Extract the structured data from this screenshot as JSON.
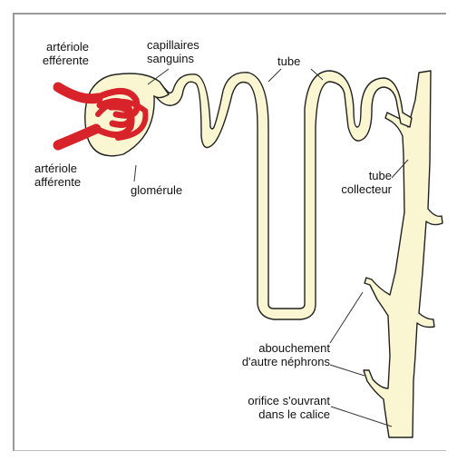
{
  "colors": {
    "tubule_fill": "#faf6d2",
    "tubule_stroke": "#222222",
    "arteriole": "#d8232a",
    "leader": "#333333",
    "frame": "#9a9a9a"
  },
  "labels": {
    "efferent_arteriole": [
      "artériole",
      "efférente"
    ],
    "capillaries": [
      "capillaires",
      "sanguins"
    ],
    "tube": "tube",
    "afferent_arteriole": [
      "artériole",
      "afférente"
    ],
    "glomerulus": "glomérule",
    "collecting_tube": [
      "tube",
      "collecteur"
    ],
    "other_nephrons": [
      "abouchement",
      "d'autre néphrons"
    ],
    "calyx_orifice": [
      "orifice s'ouvrant",
      "dans le calice"
    ]
  }
}
